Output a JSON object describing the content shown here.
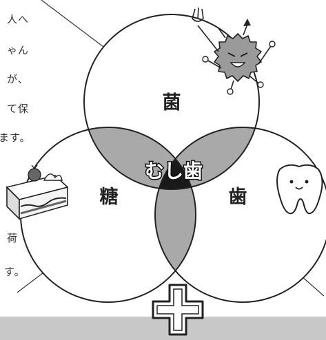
{
  "labels": {
    "bacteria": "菌",
    "sugar": "糖",
    "tooth": "歯",
    "center": "むし歯"
  },
  "text_fragments": {
    "top_left": [
      "人へ",
      "ゃん",
      "が、",
      "て保",
      "ます。"
    ],
    "bottom_left": [
      "荷",
      "す。"
    ]
  },
  "colors": {
    "overlap_gray": "#a9a9a9",
    "center_dark": "#1a1a1a",
    "band_gray": "#c8c8c8"
  },
  "icons": [
    "germ-devil-icon",
    "cake-slice-icon",
    "smiling-tooth-icon",
    "plus-sign-icon"
  ]
}
